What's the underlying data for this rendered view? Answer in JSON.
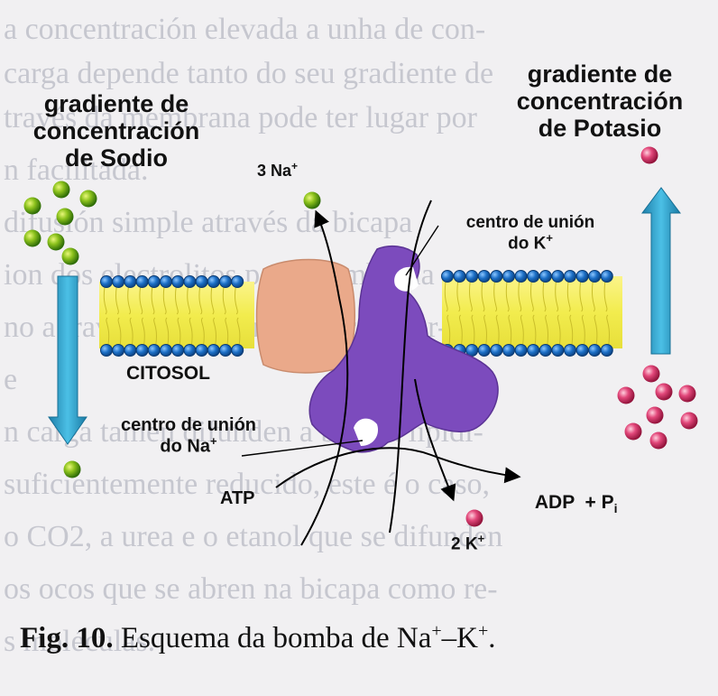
{
  "background_text": [
    "a concentración elevada a unha de con-",
    "carga depende tanto do seu gradiente de",
    "través da membrana pode ter lugar por",
    "n facilitada.",
    "difusión simple através da bicapa",
    "ion dos electrolitos pola membrana",
    "no a través de proteínas de transpor-",
    "e",
    "n carga tamén difunden a bicapa lipídi-",
    "suficientemente reducido, este é o caso,",
    "o CO2, a urea e o etanol que se difunden",
    "os ocos que se abren na bicapa como re-",
    "s moléculas."
  ],
  "labels": {
    "sodium_gradient": [
      "gradiente de",
      "concentración",
      "de Sodio"
    ],
    "potassium_gradient": [
      "gradiente de",
      "concentración",
      "de Potasio"
    ],
    "na_out": {
      "base": "3 Na",
      "sup": "+"
    },
    "k_site": {
      "line1": "centro de unión",
      "line2_base": "do K",
      "line2_sup": "+"
    },
    "cytosol": "CITOSOL",
    "na_site": {
      "line1": "centro de unión",
      "line2_base": "do Na",
      "line2_sup": "+"
    },
    "atp": "ATP",
    "adp": {
      "base": "ADP  + P",
      "sub": "i"
    },
    "k_in": {
      "base": "2 K",
      "sup": "+"
    }
  },
  "caption": {
    "fig": "Fig. 10.",
    "text_base": " Esquema da bomba de Na",
    "text_sup1": "+",
    "text_dash": "–K",
    "text_sup2": "+",
    "text_end": "."
  },
  "colors": {
    "membrane_core": "#f2ec4e",
    "lipid_head": "#1c6fc6",
    "pump_protein": "#7c4bbd",
    "channel_protein": "#eaa98a",
    "sodium_ion": "#7ab51c",
    "potassium_ion": "#d9336a",
    "gradient_arrow": "#2aa0c8"
  }
}
